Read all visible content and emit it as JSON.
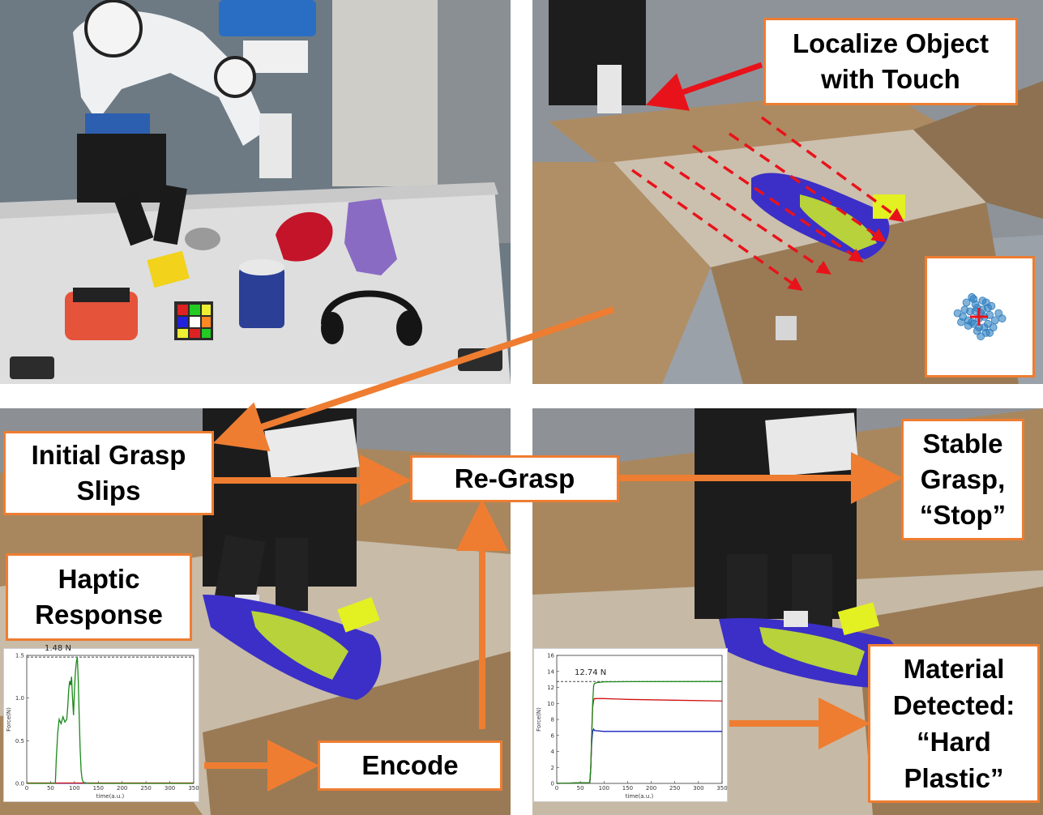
{
  "labels": {
    "localize": [
      "Localize Object",
      "with Touch"
    ],
    "initial_grasp": [
      "Initial Grasp",
      "Slips"
    ],
    "regrasp": [
      "Re-Grasp"
    ],
    "stable": [
      "Stable",
      "Grasp,",
      "“Stop”"
    ],
    "haptic": [
      "Haptic",
      "Response"
    ],
    "encode": [
      "Encode"
    ],
    "material": [
      "Material",
      "Detected:",
      "“Hard",
      "Plastic”"
    ]
  },
  "colors": {
    "accent_orange": "#ee7d31",
    "red_arrow": "#e8131a",
    "scatter_blue": "#2f7fbf",
    "green": "#1a8a1a",
    "red": "#d01010",
    "blue": "#1020c0"
  },
  "chart_data": [
    {
      "type": "line",
      "name": "haptic-response-plot",
      "xlabel": "time(a.u.)",
      "ylabel": "Force(N)",
      "xlim": [
        0,
        350
      ],
      "ylim": [
        0,
        1.5
      ],
      "xticks": [
        0,
        50,
        100,
        150,
        200,
        250,
        300,
        350
      ],
      "yticks": [
        0.0,
        0.5,
        1.0,
        1.5
      ],
      "annotation": "1.48 N",
      "threshold": 1.48,
      "series": [
        {
          "color": "#1a8a1a",
          "x": [
            0,
            60,
            62,
            65,
            68,
            72,
            76,
            80,
            84,
            86,
            88,
            90,
            92,
            94,
            96,
            98,
            100,
            102,
            104,
            106,
            108,
            110,
            112,
            114,
            116,
            118,
            120,
            130,
            350
          ],
          "y": [
            0,
            0,
            0.3,
            0.6,
            0.75,
            0.7,
            0.78,
            0.72,
            0.75,
            0.9,
            1.1,
            1.2,
            1.15,
            1.25,
            1.0,
            0.8,
            1.1,
            1.3,
            1.42,
            1.48,
            1.2,
            0.8,
            0.4,
            0.15,
            0.05,
            0.02,
            0.01,
            0,
            0
          ]
        },
        {
          "color": "#d01010",
          "x": [
            0,
            350
          ],
          "y": [
            0.005,
            0.005
          ]
        },
        {
          "color": "#1020c0",
          "x": [
            0,
            350
          ],
          "y": [
            0.002,
            0.002
          ]
        }
      ]
    },
    {
      "type": "line",
      "name": "material-force-plot",
      "xlabel": "time(a.u.)",
      "ylabel": "Force(N)",
      "xlim": [
        0,
        350
      ],
      "ylim": [
        0,
        16
      ],
      "xticks": [
        0,
        50,
        100,
        150,
        200,
        250,
        300,
        350
      ],
      "yticks": [
        0,
        2,
        4,
        6,
        8,
        10,
        12,
        14,
        16
      ],
      "annotation": "12.74 N",
      "threshold": 12.74,
      "series": [
        {
          "color": "#1a8a1a",
          "x": [
            0,
            70,
            72,
            74,
            76,
            78,
            80,
            85,
            100,
            150,
            350
          ],
          "y": [
            0,
            0.1,
            2,
            6,
            10,
            12.2,
            12.5,
            12.6,
            12.7,
            12.72,
            12.74
          ]
        },
        {
          "color": "#d01010",
          "x": [
            0,
            70,
            72,
            74,
            76,
            78,
            80,
            100,
            150,
            250,
            350
          ],
          "y": [
            0,
            0.1,
            2,
            6,
            9.5,
            10.4,
            10.6,
            10.6,
            10.5,
            10.4,
            10.3
          ]
        },
        {
          "color": "#1020c0",
          "x": [
            0,
            70,
            72,
            74,
            76,
            78,
            80,
            100,
            150,
            250,
            350
          ],
          "y": [
            0,
            0.1,
            2,
            5,
            6.5,
            6.8,
            6.6,
            6.5,
            6.5,
            6.5,
            6.5
          ]
        }
      ]
    },
    {
      "type": "scatter",
      "name": "localization-scatter",
      "x": [
        0.1,
        -0.4,
        0.6,
        -0.8,
        0.3,
        -0.2,
        0.9,
        -0.6,
        0.2,
        -0.1,
        0.5,
        -0.5,
        0.0,
        0.7,
        -0.3,
        0.4,
        -0.9,
        0.8,
        -0.7,
        0.1,
        1.1,
        -1.0,
        0.2,
        -0.3,
        0.6,
        -0.4,
        0.3,
        -0.1,
        1.3,
        -1.2,
        0.0,
        0.4,
        -0.6,
        0.5,
        -0.2
      ],
      "y": [
        0.2,
        -0.3,
        0.1,
        0.4,
        -0.6,
        0.7,
        -0.2,
        -0.5,
        0.9,
        -0.8,
        0.5,
        0.3,
        -0.1,
        0.6,
        1.0,
        -0.9,
        0.0,
        -0.6,
        0.8,
        -1.1,
        0.2,
        -0.3,
        0.4,
        -0.4,
        -0.9,
        1.1,
        0.0,
        0.5,
        -0.1,
        0.2,
        -0.6,
        0.8,
        -0.2,
        -0.4,
        0.3
      ],
      "center": [
        0,
        0
      ]
    }
  ]
}
